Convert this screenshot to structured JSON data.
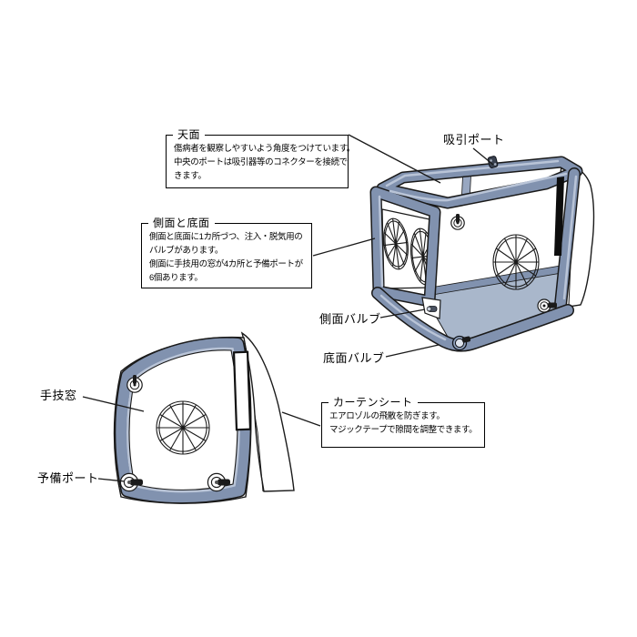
{
  "diagram": {
    "subject": "inflatable aerosol isolation box",
    "colors": {
      "frame_tube": "#8192af",
      "frame_highlight": "#b9c4d7",
      "frame_shadow": "#5e6d8a",
      "floor": "#a9b7cb",
      "outline": "#1a1a1a",
      "velcro_strip": "#0d0d0d",
      "background": "#ffffff"
    }
  },
  "callouts": {
    "top_face": {
      "title": "天面",
      "body": "傷病者を観察しやすいよう角度をつけています。\n中央のポートは吸引器等のコネクターを接続で\nきます。"
    },
    "side_and_bottom": {
      "title": "側面と底面",
      "body": "側面と底面に1カ所づつ、注入・脱気用の\nバルブがあります。\n側面に手技用の窓が4カ所と予備ポートが\n6個あります。"
    },
    "curtain_sheet": {
      "title": "カーテンシート",
      "body": "エアロゾルの飛散を防ぎます。\nマジックテープで隙間を調整できます。"
    }
  },
  "labels": {
    "suction_port": "吸引ポート",
    "side_valve": "側面バルブ",
    "bottom_valve": "底面バルブ",
    "hand_window": "手技窓",
    "spare_port": "予備ポート"
  }
}
